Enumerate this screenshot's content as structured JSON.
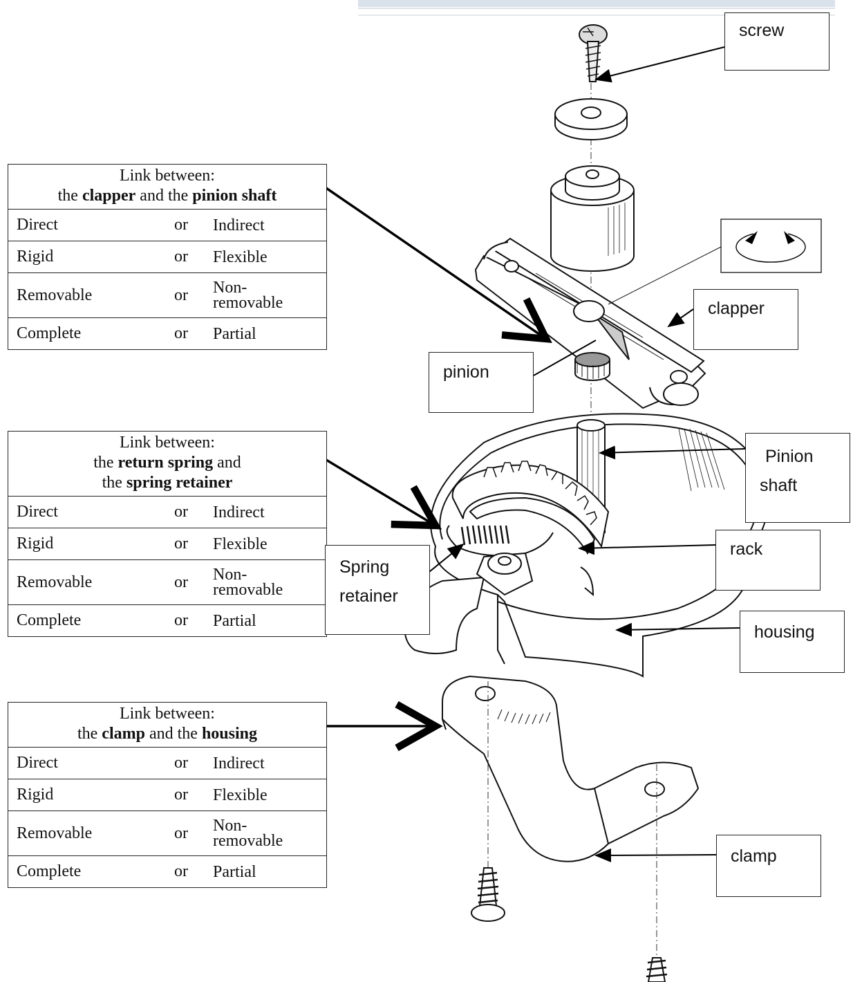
{
  "tables": [
    {
      "title": "Link between:",
      "subtitle_parts": [
        {
          "text": "the ",
          "bold": false
        },
        {
          "text": "clapper",
          "bold": true
        },
        {
          "text": " and the ",
          "bold": false
        },
        {
          "text": "pinion shaft",
          "bold": true
        }
      ],
      "rows": [
        {
          "left": "Direct",
          "or": "or",
          "right": "Indirect"
        },
        {
          "left": "Rigid",
          "or": "or",
          "right": "Flexible"
        },
        {
          "left": "Removable",
          "or": "or",
          "right": "Non-\nremovable"
        },
        {
          "left": "Complete",
          "or": "or",
          "right": "Partial"
        }
      ]
    },
    {
      "title": "Link between:",
      "subtitle_line1_parts": [
        {
          "text": "the ",
          "bold": false
        },
        {
          "text": "return spring",
          "bold": true
        },
        {
          "text": " and",
          "bold": false
        }
      ],
      "subtitle_line2_parts": [
        {
          "text": "the ",
          "bold": false
        },
        {
          "text": "spring retainer",
          "bold": true
        }
      ],
      "rows": [
        {
          "left": "Direct",
          "or": "or",
          "right": "Indirect"
        },
        {
          "left": "Rigid",
          "or": "or",
          "right": "Flexible"
        },
        {
          "left": "Removable",
          "or": "or",
          "right": "Non-\nremovable"
        },
        {
          "left": "Complete",
          "or": "or",
          "right": "Partial"
        }
      ]
    },
    {
      "title": "Link between:",
      "subtitle_parts": [
        {
          "text": "the ",
          "bold": false
        },
        {
          "text": "clamp",
          "bold": true
        },
        {
          "text": " and the ",
          "bold": false
        },
        {
          "text": "housing",
          "bold": true
        }
      ],
      "rows": [
        {
          "left": "Direct",
          "or": "or",
          "right": "Indirect"
        },
        {
          "left": "Rigid",
          "or": "or",
          "right": "Flexible"
        },
        {
          "left": "Removable",
          "or": "or",
          "right": "Non-\nremovable"
        },
        {
          "left": "Complete",
          "or": "or",
          "right": "Partial"
        }
      ]
    }
  ],
  "labels": {
    "screw": "screw",
    "clapper": "clapper",
    "pinion": "pinion",
    "pinion_shaft_1": "Pinion",
    "pinion_shaft_2": "shaft",
    "rack": "rack",
    "spring_retainer_1": "Spring",
    "spring_retainer_2": "retainer",
    "housing": "housing",
    "clamp": "clamp"
  }
}
